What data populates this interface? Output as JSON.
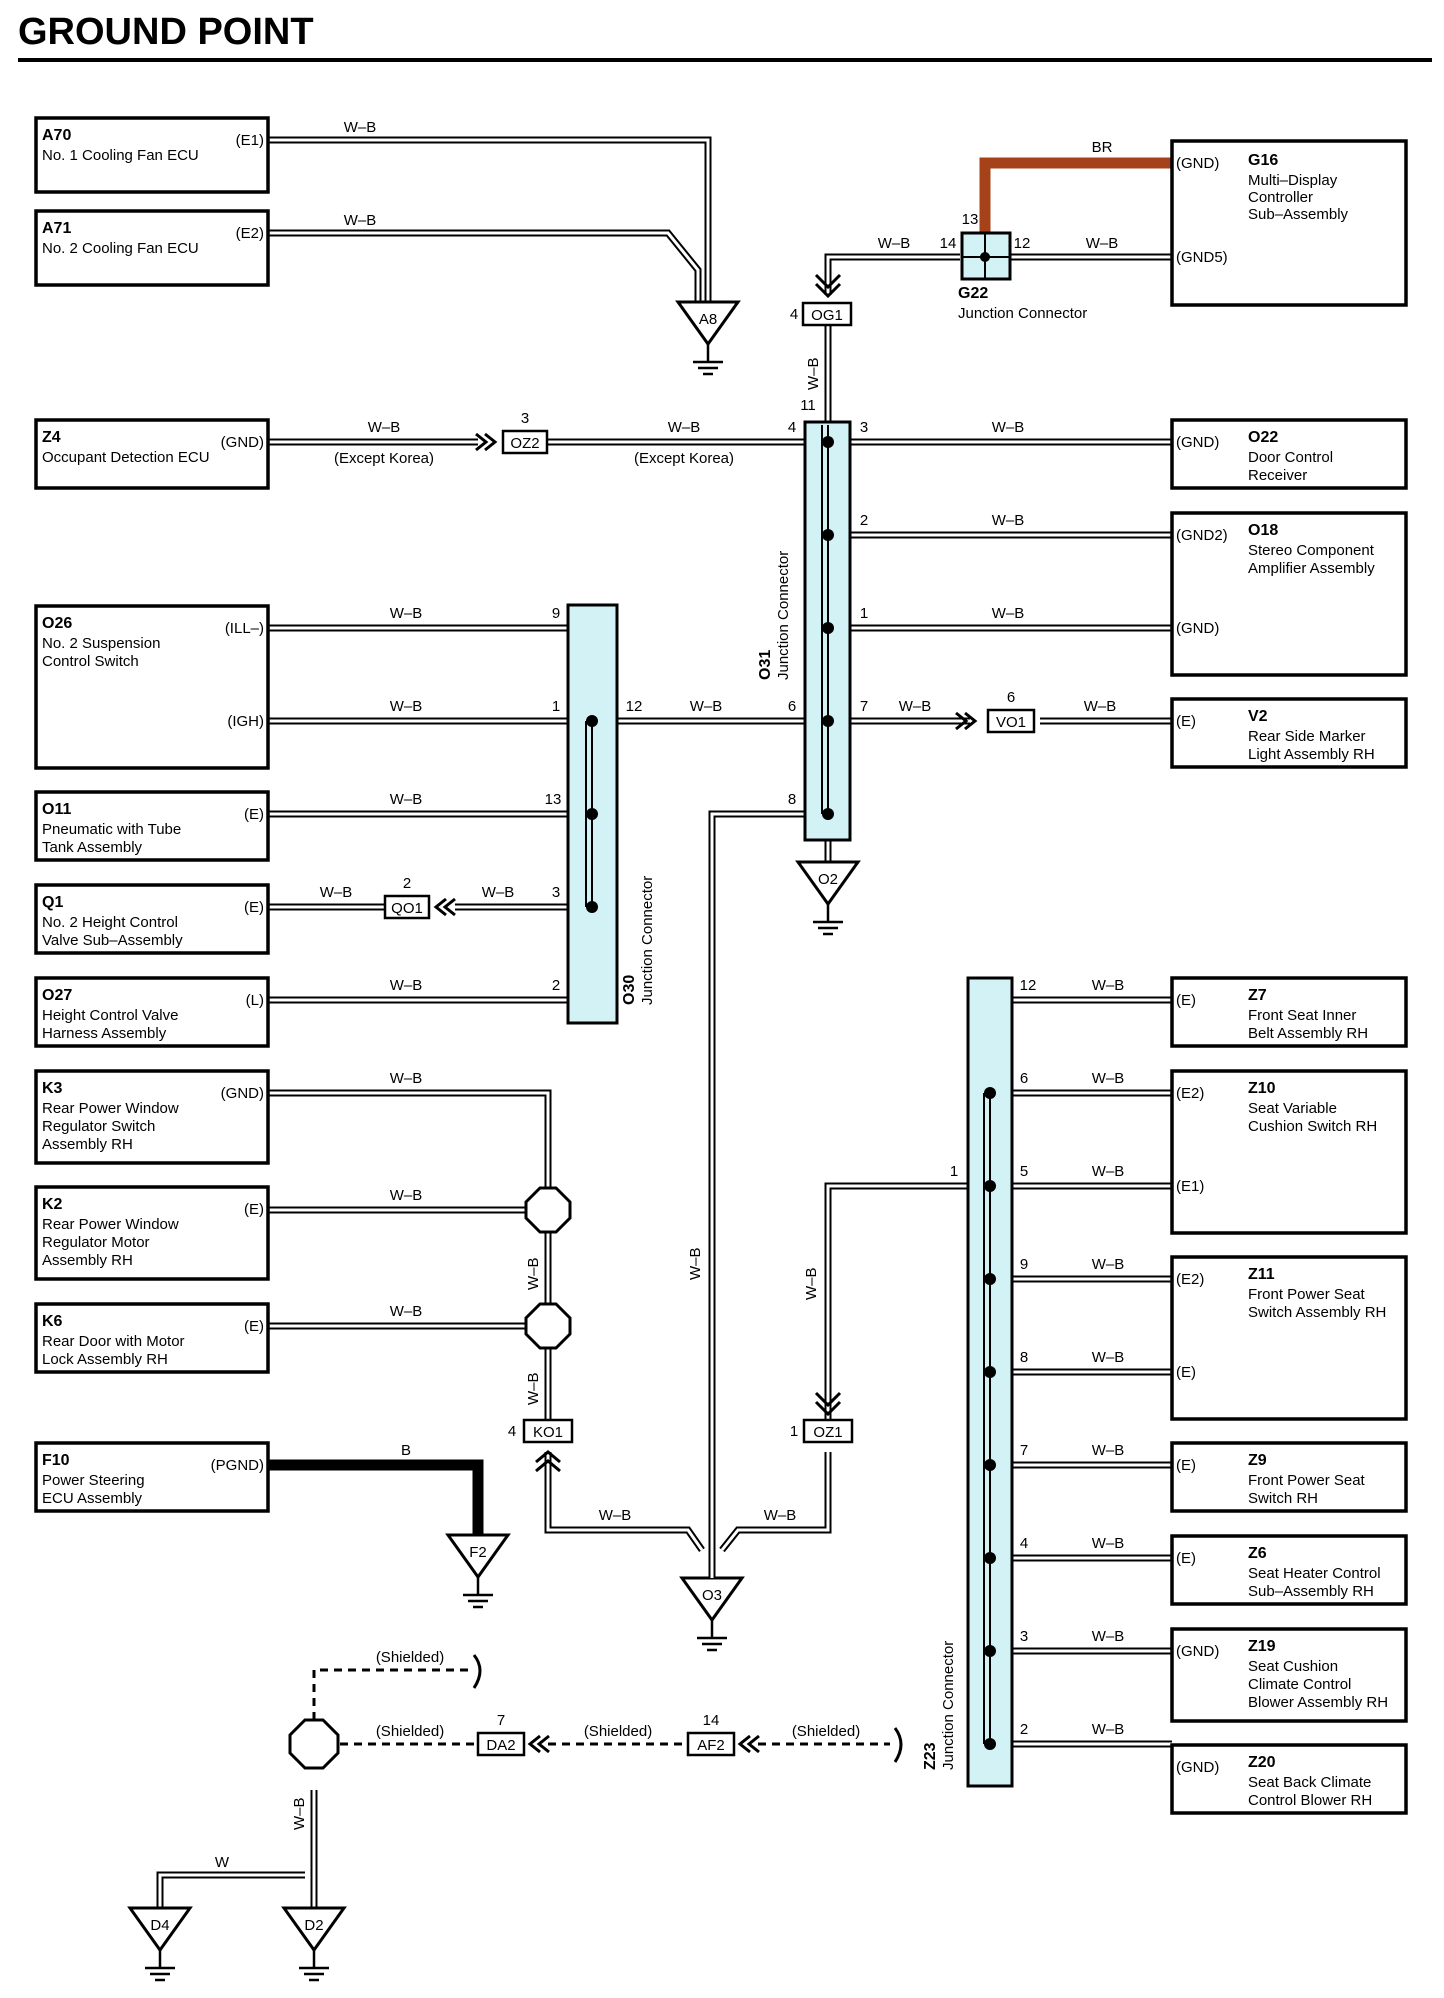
{
  "title": "GROUND POINT",
  "wires": {
    "wb": "W–B",
    "br": "BR",
    "b": "B",
    "w": "W",
    "shielded": "(Shielded)",
    "except_korea": "(Except Korea)"
  },
  "components": {
    "a70": {
      "code": "A70",
      "l1": "No.  1 Cooling Fan ECU",
      "pin": "(E1)"
    },
    "a71": {
      "code": "A71",
      "l1": "No.  2 Cooling Fan ECU",
      "pin": "(E2)"
    },
    "z4": {
      "code": "Z4",
      "l1": "Occupant Detection ECU",
      "pin": "(GND)"
    },
    "o26": {
      "code": "O26",
      "l1": "No.  2 Suspension",
      "l2": "Control Switch",
      "pin1": "(ILL–)",
      "pin2": "(IGH)"
    },
    "o11": {
      "code": "O11",
      "l1": "Pneumatic with Tube",
      "l2": "Tank Assembly",
      "pin": "(E)"
    },
    "q1": {
      "code": "Q1",
      "l1": "No.  2 Height Control",
      "l2": "Valve Sub–Assembly",
      "pin": "(E)"
    },
    "o27": {
      "code": "O27",
      "l1": "Height Control Valve",
      "l2": "Harness Assembly",
      "pin": "(L)"
    },
    "k3": {
      "code": "K3",
      "l1": "Rear Power Window",
      "l2": "Regulator Switch",
      "l3": "Assembly RH",
      "pin": "(GND)"
    },
    "k2": {
      "code": "K2",
      "l1": "Rear Power Window",
      "l2": "Regulator Motor",
      "l3": "Assembly RH",
      "pin": "(E)"
    },
    "k6": {
      "code": "K6",
      "l1": "Rear Door with Motor",
      "l2": "Lock Assembly RH",
      "pin": "(E)"
    },
    "f10": {
      "code": "F10",
      "l1": "Power Steering",
      "l2": "ECU Assembly",
      "pin": "(PGND)"
    },
    "g16": {
      "code": "G16",
      "l1": "Multi–Display",
      "l2": "Controller",
      "l3": "Sub–Assembly",
      "pin1": "(GND)",
      "pin2": "(GND5)"
    },
    "o22": {
      "code": "O22",
      "l1": "Door Control",
      "l2": "Receiver",
      "pin": "(GND)"
    },
    "o18": {
      "code": "O18",
      "l1": "Stereo Component",
      "l2": "Amplifier Assembly",
      "pin1": "(GND2)",
      "pin2": "(GND)"
    },
    "v2": {
      "code": "V2",
      "l1": "Rear Side Marker",
      "l2": "Light Assembly RH",
      "pin": "(E)"
    },
    "z7": {
      "code": "Z7",
      "l1": "Front Seat Inner",
      "l2": "Belt Assembly RH",
      "pin": "(E)"
    },
    "z10": {
      "code": "Z10",
      "l1": "Seat Variable",
      "l2": "Cushion Switch RH",
      "pin1": "(E2)",
      "pin2": "(E1)"
    },
    "z11": {
      "code": "Z11",
      "l1": "Front Power Seat",
      "l2": "Switch Assembly RH",
      "pin1": "(E2)",
      "pin2": "(E)"
    },
    "z9": {
      "code": "Z9",
      "l1": "Front Power Seat",
      "l2": "Switch RH",
      "pin": "(E)"
    },
    "z6": {
      "code": "Z6",
      "l1": "Seat Heater Control",
      "l2": "Sub–Assembly RH",
      "pin": "(E)"
    },
    "z19": {
      "code": "Z19",
      "l1": "Seat Cushion",
      "l2": "Climate Control",
      "l3": "Blower Assembly RH",
      "pin": "(GND)"
    },
    "z20": {
      "code": "Z20",
      "l1": "Seat Back Climate",
      "l2": "Control Blower RH",
      "pin": "(GND)"
    }
  },
  "junctions": {
    "g22": {
      "code": "G22",
      "name": "Junction Connector"
    },
    "o31": {
      "code": "O31",
      "name": "Junction Connector"
    },
    "o30": {
      "code": "O30",
      "name": "Junction Connector"
    },
    "z23": {
      "code": "Z23",
      "name": "Junction Connector"
    }
  },
  "inline_connectors": [
    "OG1",
    "OZ2",
    "VO1",
    "QO1",
    "KO1",
    "OZ1",
    "DA2",
    "AF2"
  ],
  "grounds": [
    "A8",
    "O2",
    "F2",
    "O3",
    "D4",
    "D2"
  ],
  "pins": {
    "g22": [
      "13",
      "14",
      "12"
    ],
    "og1": "4",
    "o31": [
      "11",
      "4",
      "3",
      "2",
      "1",
      "6",
      "7",
      "8"
    ],
    "oz2": "3",
    "vo1": "6",
    "o30": [
      "9",
      "1",
      "12",
      "13",
      "3",
      "2"
    ],
    "qo1": "2",
    "ko1": "4",
    "oz1": "1",
    "z23": [
      "12",
      "6",
      "1",
      "5",
      "9",
      "8",
      "7",
      "4",
      "3",
      "2"
    ],
    "da2": "7",
    "af2": "14"
  }
}
